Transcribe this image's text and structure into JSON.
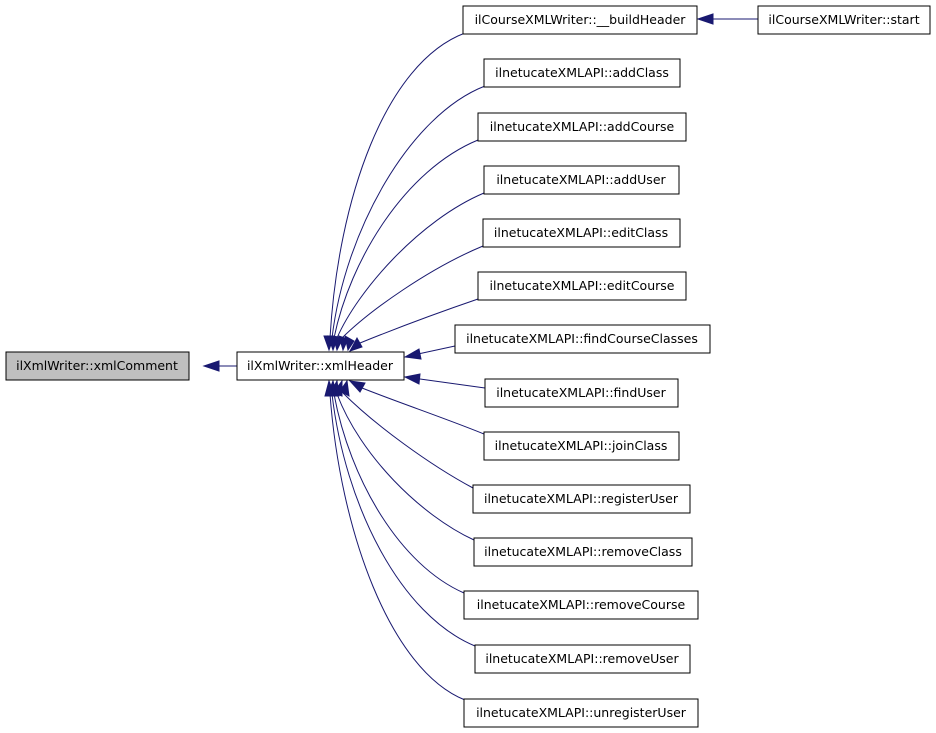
{
  "diagram": {
    "nodes": {
      "xmlComment": "ilXmlWriter::xmlComment",
      "xmlHeader": "ilXmlWriter::xmlHeader",
      "buildHeader": "ilCourseXMLWriter::__buildHeader",
      "start": "ilCourseXMLWriter::start",
      "addClass": "ilnetucateXMLAPI::addClass",
      "addCourse": "ilnetucateXMLAPI::addCourse",
      "addUser": "ilnetucateXMLAPI::addUser",
      "editClass": "ilnetucateXMLAPI::editClass",
      "editCourse": "ilnetucateXMLAPI::editCourse",
      "findCourseClasses": "ilnetucateXMLAPI::findCourseClasses",
      "findUser": "ilnetucateXMLAPI::findUser",
      "joinClass": "ilnetucateXMLAPI::joinClass",
      "registerUser": "ilnetucateXMLAPI::registerUser",
      "removeClass": "ilnetucateXMLAPI::removeClass",
      "removeCourse": "ilnetucateXMLAPI::removeCourse",
      "removeUser": "ilnetucateXMLAPI::removeUser",
      "unregisterUser": "ilnetucateXMLAPI::unregisterUser"
    },
    "colors": {
      "edge": "#191970",
      "root_fill": "#bfbfbf",
      "node_fill": "#ffffff",
      "node_border": "#000000"
    }
  }
}
